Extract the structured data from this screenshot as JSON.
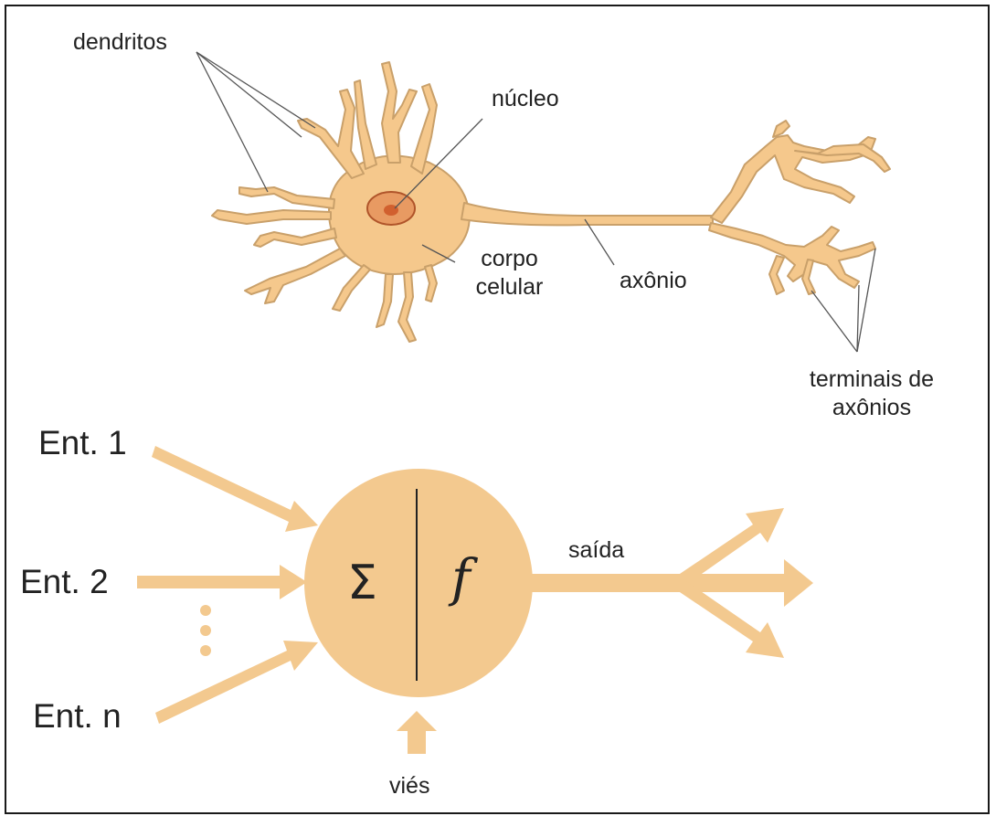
{
  "labels": {
    "dendritos": "dendritos",
    "nucleo": "núcleo",
    "corpo_l1": "corpo",
    "corpo_l2": "celular",
    "axonio": "axônio",
    "terminais_l1": "terminais de",
    "terminais_l2": "axônios"
  },
  "perceptron": {
    "inputs": [
      "Ent. 1",
      "Ent. 2",
      "Ent. n"
    ],
    "sum_symbol": "Σ",
    "activation_symbol": "f",
    "output_label": "saída",
    "bias_label": "viés"
  },
  "colors": {
    "neuron_fill": "#f5c88c",
    "neuron_stroke": "#c9a06a",
    "nucleus_fill": "#e0824a",
    "arrow": "#f3c98f",
    "node": "#f3c98f",
    "pointer_line": "#555555"
  }
}
